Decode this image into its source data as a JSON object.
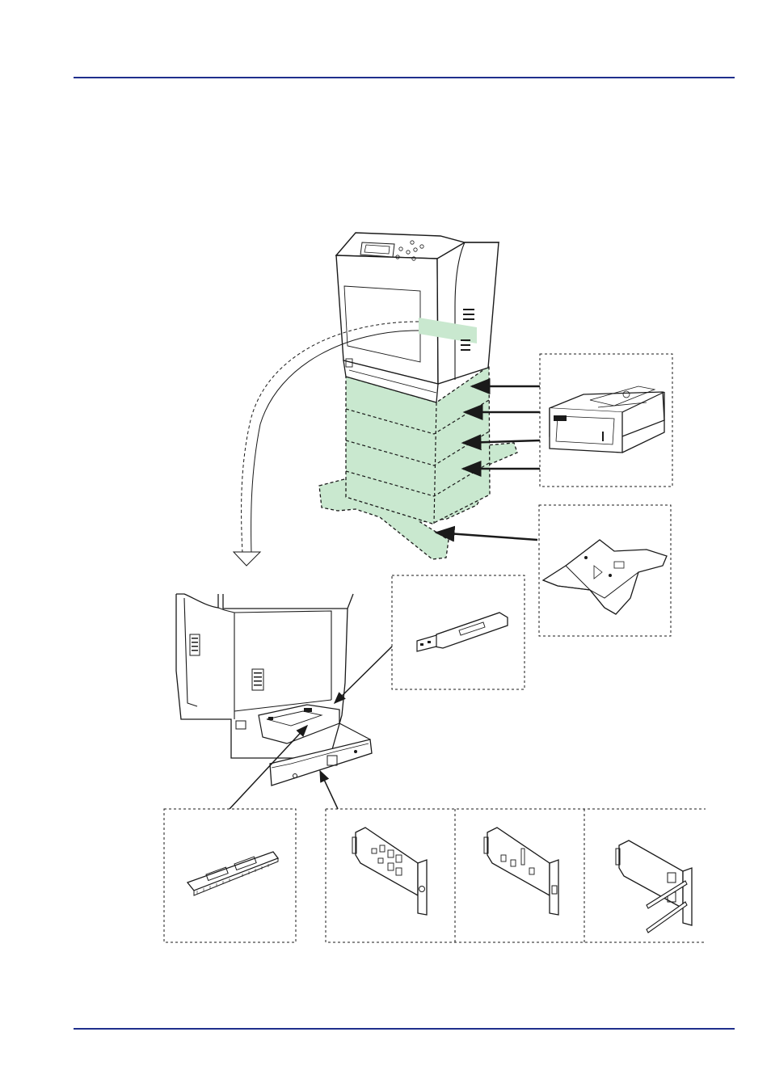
{
  "page": {
    "rule_color": "#1f2f8c",
    "accent_green": "#c9e8cf",
    "line_color": "#1a1a1a"
  },
  "diagram": {
    "components": [
      {
        "name": "printer",
        "icon": "printer-icon"
      },
      {
        "name": "paper-feeder",
        "icon": "paper-tray-icon",
        "count": 4
      },
      {
        "name": "printer-stand",
        "icon": "caster-base-icon"
      },
      {
        "name": "usb-memory",
        "icon": "usb-drive-icon"
      },
      {
        "name": "memory-module",
        "icon": "ram-module-icon"
      },
      {
        "name": "interface-card-1",
        "icon": "expansion-card-icon"
      },
      {
        "name": "interface-card-2",
        "icon": "expansion-card-icon"
      },
      {
        "name": "wireless-card",
        "icon": "wireless-card-icon"
      }
    ]
  }
}
